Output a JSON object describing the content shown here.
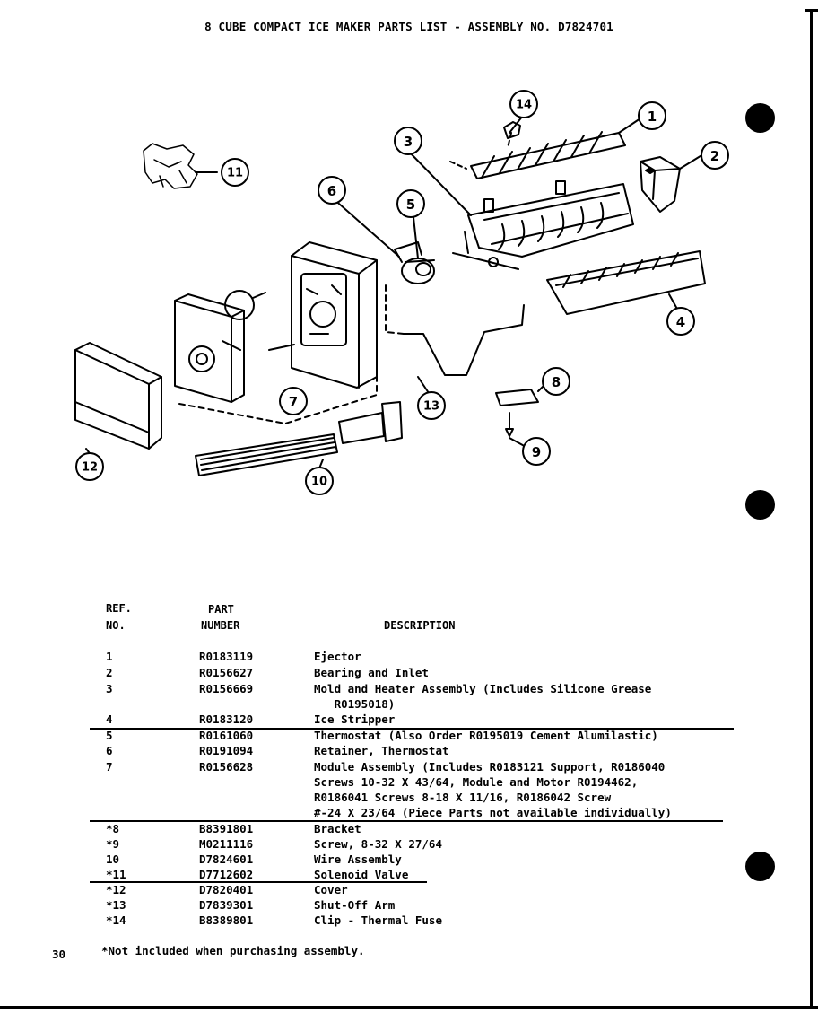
{
  "title": "8 CUBE COMPACT ICE MAKER PARTS LIST - ASSEMBLY NO. D7824701",
  "headers": {
    "ref_1": "REF.",
    "ref_2": "NO.",
    "part_1": "PART",
    "part_2": "NUMBER",
    "desc": "DESCRIPTION"
  },
  "callouts": [
    "1",
    "2",
    "3",
    "4",
    "5",
    "6",
    "7",
    "8",
    "9",
    "10",
    "11",
    "12",
    "13",
    "14"
  ],
  "parts": [
    {
      "ref": "1",
      "part": "R0183119",
      "lines": [
        "Ejector"
      ]
    },
    {
      "ref": "2",
      "part": "R0156627",
      "lines": [
        "Bearing and Inlet"
      ]
    },
    {
      "ref": "3",
      "part": "R0156669",
      "lines": [
        "Mold and Heater Assembly (Includes Silicone Grease",
        "   R0195018)"
      ]
    },
    {
      "ref": "4",
      "part": "R0183120",
      "lines": [
        "Ice Stripper"
      ]
    },
    {
      "ref": "5",
      "part": "R0161060",
      "lines": [
        "Thermostat (Also Order R0195019 Cement Alumilastic)"
      ]
    },
    {
      "ref": "6",
      "part": "R0191094",
      "lines": [
        "Retainer, Thermostat"
      ]
    },
    {
      "ref": "7",
      "part": "R0156628",
      "lines": [
        "Module Assembly (Includes R0183121 Support, R0186040",
        "Screws 10-32 X 43/64, Module and Motor R0194462,",
        "R0186041 Screws 8-18 X 11/16, R0186042 Screw",
        "#-24 X 23/64 (Piece Parts not available individually)"
      ]
    },
    {
      "ref": "*8",
      "part": "B8391801",
      "lines": [
        "Bracket"
      ]
    },
    {
      "ref": "*9",
      "part": "M0211116",
      "lines": [
        "Screw, 8-32 X 27/64"
      ]
    },
    {
      "ref": "10",
      "part": "D7824601",
      "lines": [
        "Wire Assembly"
      ]
    },
    {
      "ref": "*11",
      "part": "D7712602",
      "lines": [
        "Solenoid Valve"
      ]
    },
    {
      "ref": "*12",
      "part": "D7820401",
      "lines": [
        "Cover"
      ]
    },
    {
      "ref": "*13",
      "part": "D7839301",
      "lines": [
        "Shut-Off Arm"
      ]
    },
    {
      "ref": "*14",
      "part": "B8389801",
      "lines": [
        "Clip - Thermal Fuse"
      ]
    }
  ],
  "footnote": "*Not included when purchasing assembly.",
  "page_number": "30"
}
